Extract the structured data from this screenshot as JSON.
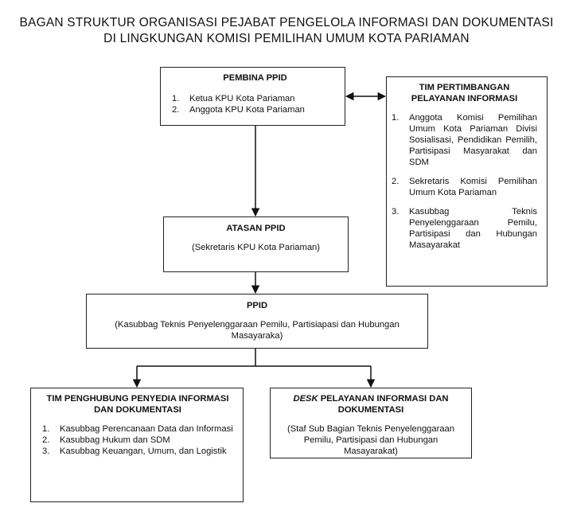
{
  "title": {
    "line1": "BAGAN STRUKTUR ORGANISASI PEJABAT PENGELOLA INFORMASI DAN DOKUMENTASI",
    "line2": "DI LINGKUNGAN KOMISI PEMILIHAN UMUM KOTA PARIAMAN"
  },
  "pembina": {
    "header": "PEMBINA PPID",
    "items": [
      {
        "num": "1.",
        "text": "Ketua KPU Kota Pariaman"
      },
      {
        "num": "2.",
        "text": "Anggota KPU Kota Pariaman"
      }
    ]
  },
  "tim_pertimbangan": {
    "header_line1": "TIM PERTIMBANGAN",
    "header_line2": "PELAYANAN INFORMASI",
    "items": [
      {
        "num": "1.",
        "text": "Anggota Komisi Pemilihan Umum Kota Pariaman Divisi Sosialisasi, Pendidikan Pemilih, Partisipasi Masyarakat dan SDM"
      },
      {
        "num": "2.",
        "text": "Sekretaris Komisi Pemilihan Umum Kota Pariaman"
      },
      {
        "num": "3.",
        "text": "Kasubbag Teknis Penyelenggaraan Pemilu, Partisipasi dan Hubungan Masayarakat"
      }
    ]
  },
  "atasan": {
    "header": "ATASAN PPID",
    "subtitle": "(Sekretaris KPU Kota Pariaman)"
  },
  "ppid": {
    "header": "PPID",
    "subtitle": "(Kasubbag Teknis Penyelenggaraan Pemilu, Partisiapasi dan Hubungan Masayaraka)"
  },
  "penghubung": {
    "header_line1": "TIM PENGHUBUNG PENYEDIA INFORMASI",
    "header_line2": "DAN DOKUMENTASI",
    "items": [
      {
        "num": "1.",
        "text": "Kasubbag Perencanaan Data dan Informasi"
      },
      {
        "num": "2.",
        "text": "Kasubbag Hukum dan SDM"
      },
      {
        "num": "3.",
        "text": "Kasubbag Keuangan, Umum, dan Logistik"
      }
    ]
  },
  "desk": {
    "header_italic": "DESK",
    "header_rest": " PELAYANAN INFORMASI DAN",
    "header_line2": "DOKUMENTASI",
    "subtitle": "(Staf Sub Bagian Teknis Penyelenggaraan Pemilu, Partisipasi dan Hubungan Masayarakat)"
  }
}
